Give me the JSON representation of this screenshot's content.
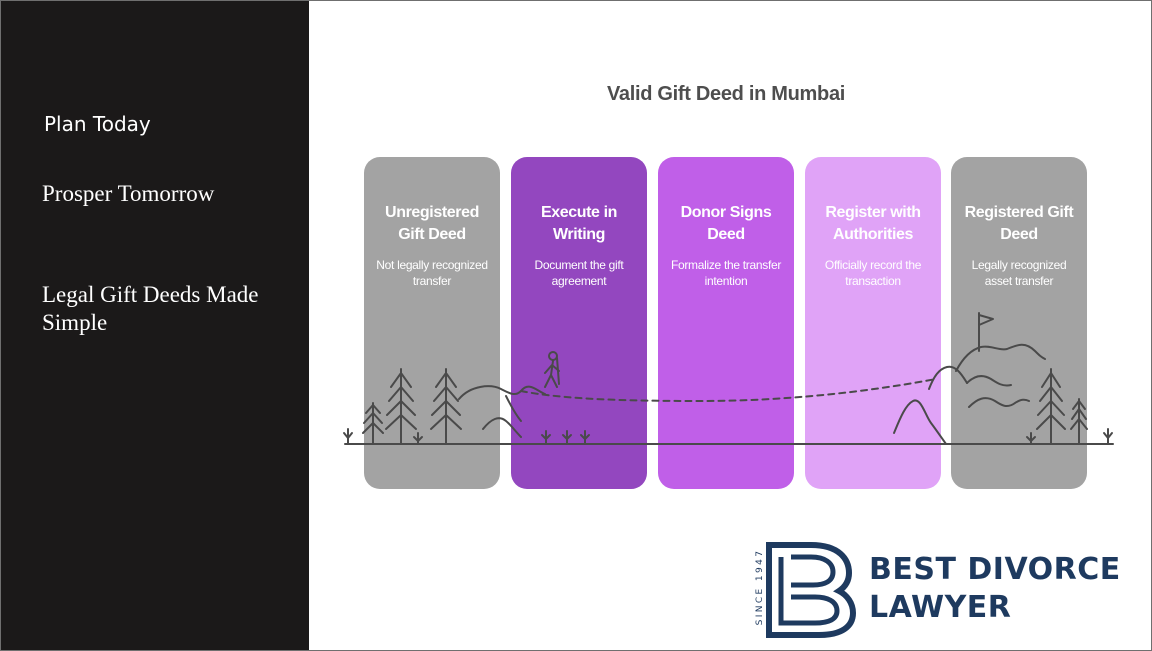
{
  "sidebar": {
    "plan_today": "Plan Today",
    "prosper_tomorrow": "Prosper Tomorrow",
    "legal_gift_deeds": "Legal Gift Deeds Made Simple"
  },
  "diagram": {
    "title": "Valid Gift Deed in Mumbai",
    "steps": [
      {
        "title": "Unregistered Gift Deed",
        "desc": "Not legally recognized transfer",
        "color": "#a3a3a3"
      },
      {
        "title": "Execute in Writing",
        "desc": "Document the gift agreement",
        "color": "#9347bf"
      },
      {
        "title": "Donor Signs Deed",
        "desc": "Formalize the transfer intention",
        "color": "#c05fe8"
      },
      {
        "title": "Register with Authorities",
        "desc": "Officially record the transaction",
        "color": "#e0a3f7"
      },
      {
        "title": "Registered Gift Deed",
        "desc": "Legally recognized asset transfer",
        "color": "#a3a3a3"
      }
    ]
  },
  "logo": {
    "since": "SINCE 1947",
    "line1": "BEST DIVORCE",
    "line2": "LAWYER",
    "color": "#1e3a5f"
  }
}
